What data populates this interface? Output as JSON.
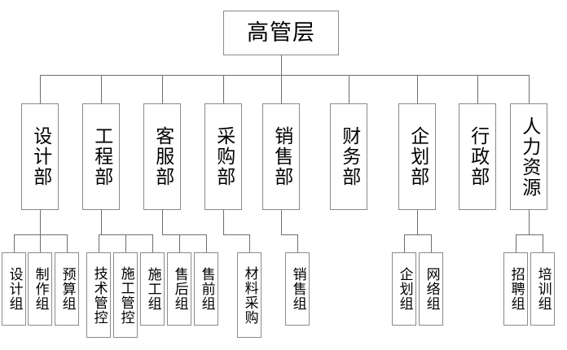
{
  "chart_title": "高管层",
  "diagram": {
    "type": "organizational-chart",
    "orientation": "top-down",
    "levels": 3,
    "root": {
      "id": "exec",
      "label": "高管层"
    },
    "departments": [
      {
        "id": "design",
        "label": "设计部",
        "children": [
          "设计组",
          "制作组",
          "预算组"
        ]
      },
      {
        "id": "engineering",
        "label": "工程部",
        "children": [
          "技术管控",
          "施工管控",
          "施工组"
        ]
      },
      {
        "id": "service",
        "label": "客服部",
        "children": [
          "售后组",
          "售前组"
        ]
      },
      {
        "id": "purchase",
        "label": "采购部",
        "children": [
          "材料采购"
        ]
      },
      {
        "id": "sales",
        "label": "销售部",
        "children": [
          "销售组"
        ]
      },
      {
        "id": "finance",
        "label": "财务部",
        "children": []
      },
      {
        "id": "planning",
        "label": "企划部",
        "children": [
          "企划组",
          "网络组"
        ]
      },
      {
        "id": "admin",
        "label": "行政部",
        "children": []
      },
      {
        "id": "hr",
        "label": "人力资源",
        "children": [
          "招聘组",
          "培训组"
        ]
      }
    ],
    "teams": [
      {
        "id": "t1",
        "label": "设计组",
        "parent": "design"
      },
      {
        "id": "t2",
        "label": "制作组",
        "parent": "design"
      },
      {
        "id": "t3",
        "label": "预算组",
        "parent": "design"
      },
      {
        "id": "t4",
        "label": "技术管控",
        "parent": "engineering"
      },
      {
        "id": "t5",
        "label": "施工管控",
        "parent": "engineering"
      },
      {
        "id": "t6",
        "label": "施工组",
        "parent": "engineering"
      },
      {
        "id": "t7",
        "label": "售后组",
        "parent": "service"
      },
      {
        "id": "t8",
        "label": "售前组",
        "parent": "service"
      },
      {
        "id": "t9",
        "label": "材料采购",
        "parent": "purchase"
      },
      {
        "id": "t10",
        "label": "销售组",
        "parent": "sales"
      },
      {
        "id": "t11",
        "label": "企划组",
        "parent": "planning"
      },
      {
        "id": "t12",
        "label": "网络组",
        "parent": "planning"
      },
      {
        "id": "t13",
        "label": "招聘组",
        "parent": "hr"
      },
      {
        "id": "t14",
        "label": "培训组",
        "parent": "hr"
      }
    ],
    "colors": {
      "box_border": "#8a8a8a",
      "connector": "#6e6e6e",
      "background": "#ffffff",
      "text": "#000000"
    }
  }
}
